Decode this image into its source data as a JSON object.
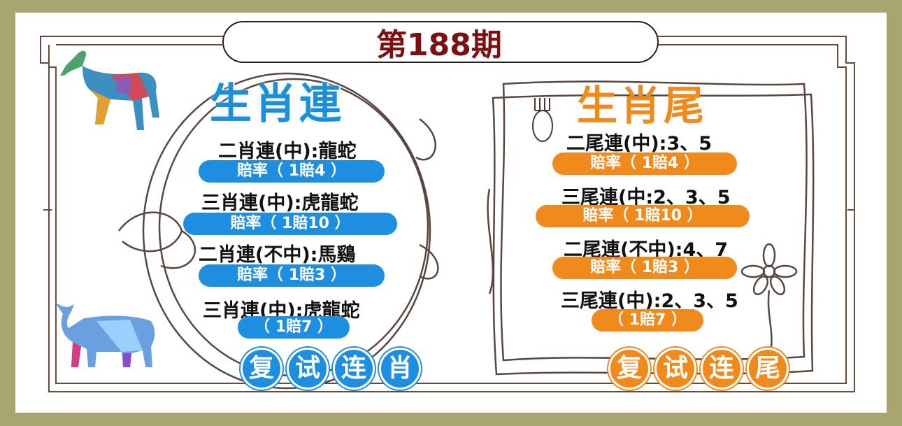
{
  "issue_title": "第188期",
  "left": {
    "heading": "生肖連",
    "rows": [
      {
        "line": "二肖連(中):龍蛇",
        "pill": "賠率（ 1賠4 ）"
      },
      {
        "line": "三肖連(中):虎龍蛇",
        "pill": "賠率（ 1賠10 ）"
      },
      {
        "line": "二肖連(不中):馬鷄",
        "pill": "賠率（ 1賠3 ）"
      },
      {
        "line": "三肖連(中):虎龍蛇",
        "pill": "（ 1賠7 ）"
      }
    ],
    "footer_chars": [
      "复",
      "试",
      "连",
      "肖"
    ]
  },
  "right": {
    "heading": "生肖尾",
    "rows": [
      {
        "line": "二尾連(中):3、5",
        "pill": "賠率（ 1賠4 ）"
      },
      {
        "line": "三尾連(中:2、3、5",
        "pill": "賠率（ 1賠10 ）"
      },
      {
        "line": "二尾連(不中):4、7",
        "pill": "賠率（ 1賠3 ）"
      },
      {
        "line": "三尾連(中):2、3、5",
        "pill": "（ 1賠7 ）"
      }
    ],
    "footer_chars": [
      "复",
      "试",
      "连",
      "尾"
    ]
  },
  "icons": {
    "goat": "goat-illustration",
    "ox": "ox-illustration",
    "flower": "flower-doodle",
    "fork": "fork-doodle"
  },
  "colors": {
    "background": "#a8a46e",
    "title": "#7a1010",
    "blue": "#1e8fe0",
    "orange": "#f08a1c"
  }
}
